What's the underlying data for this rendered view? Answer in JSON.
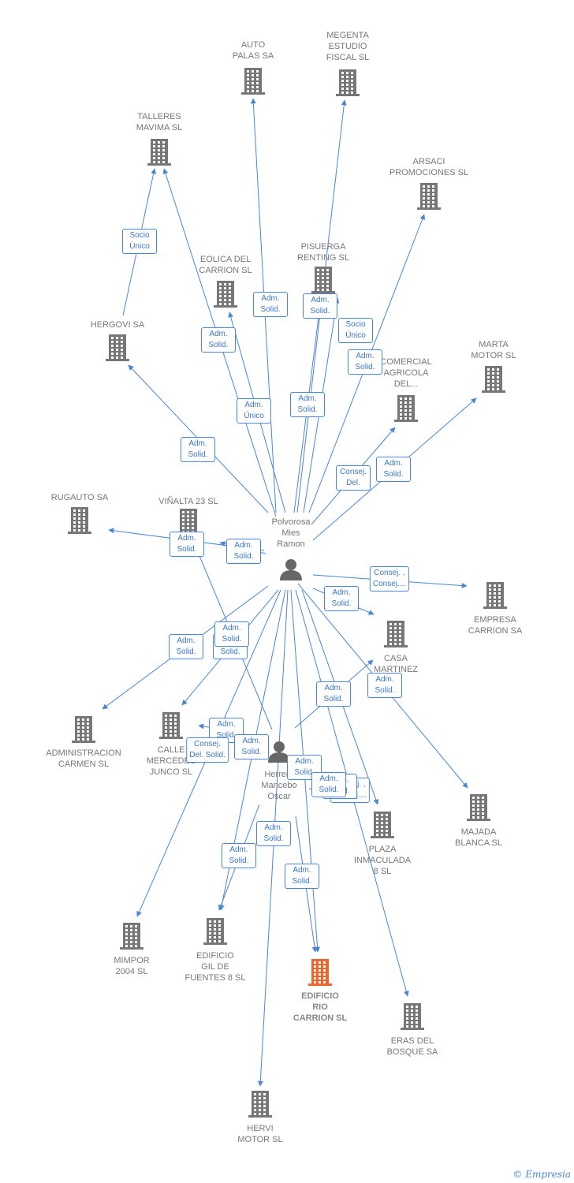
{
  "colors": {
    "edge": "#4a86d4",
    "building": "#777777",
    "building_focus": "#f0652b",
    "person": "#666666"
  },
  "people": [
    {
      "id": "p1",
      "label": "Polvorosa\nMies\nRamon"
    },
    {
      "id": "p2",
      "label": "Herrero\nMancebo\nOscar"
    }
  ],
  "companies": [
    {
      "id": "auto_palas",
      "label": "AUTO\nPALAS SA"
    },
    {
      "id": "megenta",
      "label": "MEGENTA\nESTUDIO\nFISCAL  SL"
    },
    {
      "id": "talleres",
      "label": "TALLERES\nMAVIMA SL"
    },
    {
      "id": "arsaci",
      "label": "ARSACI\nPROMOCIONES SL"
    },
    {
      "id": "eolica",
      "label": "EOLICA DEL\nCARRION SL"
    },
    {
      "id": "pisuerga",
      "label": "PISUERGA\nRENTING  SL"
    },
    {
      "id": "hergovi",
      "label": "HERGOVI SA"
    },
    {
      "id": "marta",
      "label": "MARTA\nMOTOR  SL"
    },
    {
      "id": "comercial",
      "label": "COMERCIAL\nAGRICOLA\nDEL..."
    },
    {
      "id": "rugauto",
      "label": "RUGAUTO SA"
    },
    {
      "id": "vinalta",
      "label": "VIÑALTA 23  SL"
    },
    {
      "id": "empresa_carrion",
      "label": "EMPRESA\nCARRION SA"
    },
    {
      "id": "casa_martinez",
      "label": "CASA\nMARTINEZ\n..."
    },
    {
      "id": "administracion",
      "label": "ADMINISTRACION\nCARMEN SL"
    },
    {
      "id": "calle_mercedes",
      "label": "CALLE\nMERCEDES\nJUNCO  SL"
    },
    {
      "id": "majada",
      "label": "MAJADA\nBLANCA  SL"
    },
    {
      "id": "plaza",
      "label": "PLAZA\nINMACULADA\n8  SL"
    },
    {
      "id": "mimpor",
      "label": "MIMPOR\n2004 SL"
    },
    {
      "id": "edificio_gil",
      "label": "EDIFICIO\nGIL DE\nFUENTES 8  SL"
    },
    {
      "id": "edificio_rio",
      "label": "EDIFICIO\nRIO\nCARRION  SL",
      "focus": true
    },
    {
      "id": "eras",
      "label": "ERAS DEL\nBOSQUE SA"
    },
    {
      "id": "hervi",
      "label": "HERVI\nMOTOR  SL"
    }
  ],
  "edges": [
    {
      "from": "p1",
      "to": "auto_palas",
      "label": "Adm.\nSolid."
    },
    {
      "from": "p1",
      "to": "megenta",
      "label": "Adm.\nSolid."
    },
    {
      "from": "p1",
      "to": "talleres",
      "label": "Adm.\nSolid."
    },
    {
      "from": "hergovi",
      "to": "talleres",
      "label": "Socio\nÚnico"
    },
    {
      "from": "p1",
      "to": "arsaci",
      "label": "Adm.\nSolid."
    },
    {
      "from": "p1",
      "to": "eolica",
      "label": "Adm.\nÚnico"
    },
    {
      "from": "p1",
      "to": "pisuerga",
      "label": "Adm.\nSolid."
    },
    {
      "from": "p1",
      "to": "pisuerga",
      "label": "Socio\nÚnico"
    },
    {
      "from": "p1",
      "to": "hergovi",
      "label": "Adm.\nSolid."
    },
    {
      "from": "p1",
      "to": "comercial",
      "label": "Consej.\nDel."
    },
    {
      "from": "p1",
      "to": "marta",
      "label": "Adm.\nSolid."
    },
    {
      "from": "p1",
      "to": "rugauto",
      "label": "Adm.\nSolid."
    },
    {
      "from": "p1",
      "to": "vinalta",
      "label": "Adm.\nSolid."
    },
    {
      "from": "p1",
      "to": "empresa_carrion",
      "label": "Consej. ,\nConsej...."
    },
    {
      "from": "p1",
      "to": "casa_martinez",
      "label": "Adm.\nSolid."
    },
    {
      "from": "p1",
      "to": "administracion",
      "label": "Adm.\nSolid."
    },
    {
      "from": "p1",
      "to": "calle_mercedes",
      "label": "Adm.\nSolid."
    },
    {
      "from": "p2",
      "to": "vinalta",
      "label": "Adm.\nSolid."
    },
    {
      "from": "p1",
      "to": "majada",
      "label": "Adm.\nSolid."
    },
    {
      "from": "p2",
      "to": "casa_martinez",
      "label": "Adm.\nSolid."
    },
    {
      "from": "p2",
      "to": "calle_mercedes",
      "label": "Adm.\nSolid."
    },
    {
      "from": "p1",
      "to": "mimpor",
      "label": "Consej.\nDel. Solid."
    },
    {
      "from": "p1",
      "to": "edificio_gil",
      "label": "Adm.\nSolid."
    },
    {
      "from": "p2",
      "to": "edificio_gil",
      "label": "Adm.\nSolid."
    },
    {
      "from": "p1",
      "to": "plaza",
      "label": "Consej. ,\nConsej...."
    },
    {
      "from": "p1",
      "to": "eras",
      "label": "Adm.\nSolid."
    },
    {
      "from": "p1",
      "to": "edificio_rio",
      "label": "Adm.\nSolid."
    },
    {
      "from": "p2",
      "to": "edificio_rio",
      "label": "Adm.\nSolid."
    },
    {
      "from": "p2",
      "to": "plaza",
      "label": "Adm.\nSolid."
    },
    {
      "from": "p1",
      "to": "hervi",
      "label": "Adm.\nSolid."
    }
  ],
  "footer": {
    "copyright": "©",
    "brand": "Empresia"
  }
}
